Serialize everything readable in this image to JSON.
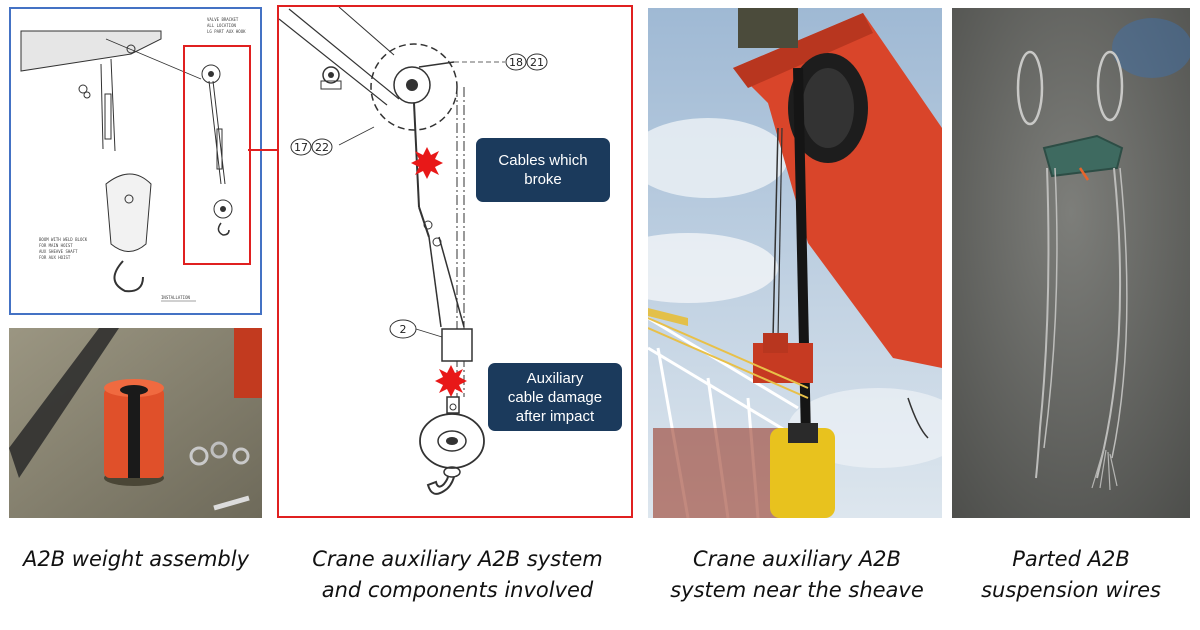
{
  "drawing": {
    "installation_label": "INSTALLATION",
    "note_top": [
      "VALVE BRACKET",
      "ALL LOCATION",
      "LG PART AUX HOOK"
    ],
    "note_left": [
      "BOOM WITH WELD BLOCK",
      "FOR MAIN HOIST",
      "AUX SHEAVE SHAFT",
      "FOR AUX HOIST"
    ],
    "part_numbers": {
      "p18": "18",
      "p21": "21",
      "p17": "17",
      "p22": "22",
      "p2": "2"
    }
  },
  "callouts": {
    "cables_broke": [
      "Cables which",
      "broke"
    ],
    "aux_damage": [
      "Auxiliary",
      "cable damage",
      "after impact"
    ]
  },
  "captions": {
    "c1": [
      "A2B weight assembly"
    ],
    "c2": [
      "Crane auxiliary A2B system",
      "and components involved"
    ],
    "c3": [
      "Crane auxiliary A2B",
      "system near the sheave"
    ],
    "c4": [
      "Parted A2B",
      "suspension wires"
    ]
  },
  "colors": {
    "frame_blue": "#4472c4",
    "frame_red": "#e02020",
    "callout_bg": "#1b3a5c",
    "crane_orange": "#d9452a",
    "weight_orange": "#e0502a"
  }
}
